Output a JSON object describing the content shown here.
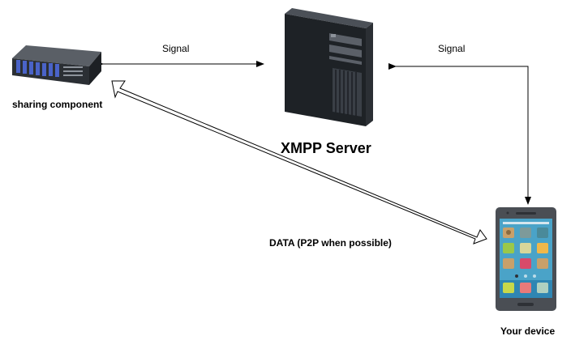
{
  "nodes": {
    "sharing_component": {
      "label": "sharing component",
      "icon": "rack-server-icon"
    },
    "xmpp_server": {
      "label": "XMPP Server",
      "icon": "tower-server-icon"
    },
    "your_device": {
      "label": "Your device",
      "icon": "smartphone-icon"
    }
  },
  "edges": {
    "signal_left": {
      "label": "Signal"
    },
    "signal_right": {
      "label": "Signal"
    },
    "data": {
      "label": "DATA (P2P when possible)"
    }
  },
  "colors": {
    "server_body": "#1e2226",
    "rack_body": "#3a3e44",
    "rack_drive": "#4a63c8",
    "phone_body": "#4a4e54",
    "phone_screen": "#4aa3c8",
    "line": "#000000"
  }
}
